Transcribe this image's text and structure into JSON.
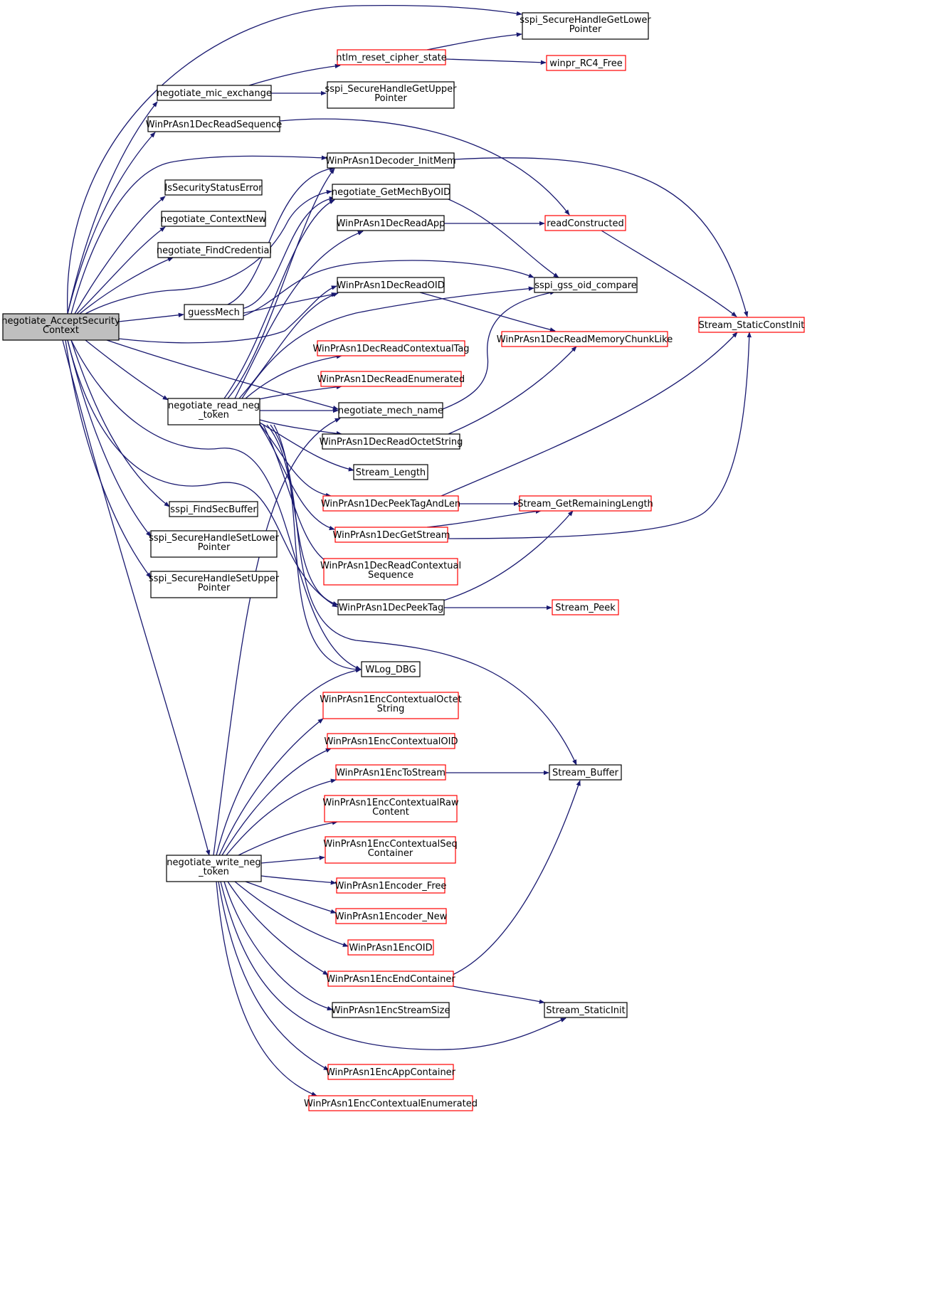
{
  "graph": {
    "colors": {
      "edge": "#191970",
      "truncated_border": "#ff0000",
      "border": "#000000",
      "root_fill": "#bfbfbf"
    },
    "root": [
      "negotiate_AcceptSecurity",
      "Context"
    ],
    "nodes": {
      "sspi_SecureHandleGetLowerPointer": [
        "sspi_SecureHandleGetLower",
        "Pointer"
      ],
      "ntlm_reset_cipher_state": [
        "ntlm_reset_cipher_state"
      ],
      "winpr_RC4_Free": [
        "winpr_RC4_Free"
      ],
      "negotiate_mic_exchange": [
        "negotiate_mic_exchange"
      ],
      "sspi_SecureHandleGetUpperPointer": [
        "sspi_SecureHandleGetUpper",
        "Pointer"
      ],
      "WinPrAsn1DecReadSequence": [
        "WinPrAsn1DecReadSequence"
      ],
      "WinPrAsn1Decoder_InitMem": [
        "WinPrAsn1Decoder_InitMem"
      ],
      "IsSecurityStatusError": [
        "IsSecurityStatusError"
      ],
      "negotiate_GetMechByOID": [
        "negotiate_GetMechByOID"
      ],
      "negotiate_ContextNew": [
        "negotiate_ContextNew"
      ],
      "WinPrAsn1DecReadApp": [
        "WinPrAsn1DecReadApp"
      ],
      "readConstructed": [
        "readConstructed"
      ],
      "negotiate_FindCredential": [
        "negotiate_FindCredential"
      ],
      "sspi_gss_oid_compare": [
        "sspi_gss_oid_compare"
      ],
      "WinPrAsn1DecReadOID": [
        "WinPrAsn1DecReadOID"
      ],
      "guessMech": [
        "guessMech"
      ],
      "Stream_StaticConstInit": [
        "Stream_StaticConstInit"
      ],
      "WinPrAsn1DecReadMemoryChunkLike": [
        "WinPrAsn1DecReadMemoryChunkLike"
      ],
      "WinPrAsn1DecReadContextualTag": [
        "WinPrAsn1DecReadContextualTag"
      ],
      "WinPrAsn1DecReadEnumerated": [
        "WinPrAsn1DecReadEnumerated"
      ],
      "negotiate_read_neg_token": [
        "negotiate_read_neg",
        "_token"
      ],
      "negotiate_mech_name": [
        "negotiate_mech_name"
      ],
      "WinPrAsn1DecReadOctetString": [
        "WinPrAsn1DecReadOctetString"
      ],
      "Stream_Length": [
        "Stream_Length"
      ],
      "WinPrAsn1DecPeekTagAndLen": [
        "WinPrAsn1DecPeekTagAndLen"
      ],
      "Stream_GetRemainingLength": [
        "Stream_GetRemainingLength"
      ],
      "sspi_FindSecBuffer": [
        "sspi_FindSecBuffer"
      ],
      "WinPrAsn1DecGetStream": [
        "WinPrAsn1DecGetStream"
      ],
      "sspi_SecureHandleSetLowerPointer": [
        "sspi_SecureHandleSetLower",
        "Pointer"
      ],
      "WinPrAsn1DecReadContextualSequence": [
        "WinPrAsn1DecReadContextual",
        "Sequence"
      ],
      "sspi_SecureHandleSetUpperPointer": [
        "sspi_SecureHandleSetUpper",
        "Pointer"
      ],
      "WinPrAsn1DecPeekTag": [
        "WinPrAsn1DecPeekTag"
      ],
      "Stream_Peek": [
        "Stream_Peek"
      ],
      "WLog_DBG": [
        "WLog_DBG"
      ],
      "WinPrAsn1EncContextualOctetString": [
        "WinPrAsn1EncContextualOctet",
        "String"
      ],
      "WinPrAsn1EncContextualOID": [
        "WinPrAsn1EncContextualOID"
      ],
      "WinPrAsn1EncToStream": [
        "WinPrAsn1EncToStream"
      ],
      "Stream_Buffer": [
        "Stream_Buffer"
      ],
      "WinPrAsn1EncContextualRawContent": [
        "WinPrAsn1EncContextualRaw",
        "Content"
      ],
      "WinPrAsn1EncContextualSeqContainer": [
        "WinPrAsn1EncContextualSeq",
        "Container"
      ],
      "negotiate_write_neg_token": [
        "negotiate_write_neg",
        "_token"
      ],
      "WinPrAsn1Encoder_Free": [
        "WinPrAsn1Encoder_Free"
      ],
      "WinPrAsn1Encoder_New": [
        "WinPrAsn1Encoder_New"
      ],
      "WinPrAsn1EncOID": [
        "WinPrAsn1EncOID"
      ],
      "WinPrAsn1EncEndContainer": [
        "WinPrAsn1EncEndContainer"
      ],
      "WinPrAsn1EncStreamSize": [
        "WinPrAsn1EncStreamSize"
      ],
      "Stream_StaticInit": [
        "Stream_StaticInit"
      ],
      "WinPrAsn1EncAppContainer": [
        "WinPrAsn1EncAppContainer"
      ],
      "WinPrAsn1EncContextualEnumerated": [
        "WinPrAsn1EncContextualEnumerated"
      ]
    }
  }
}
